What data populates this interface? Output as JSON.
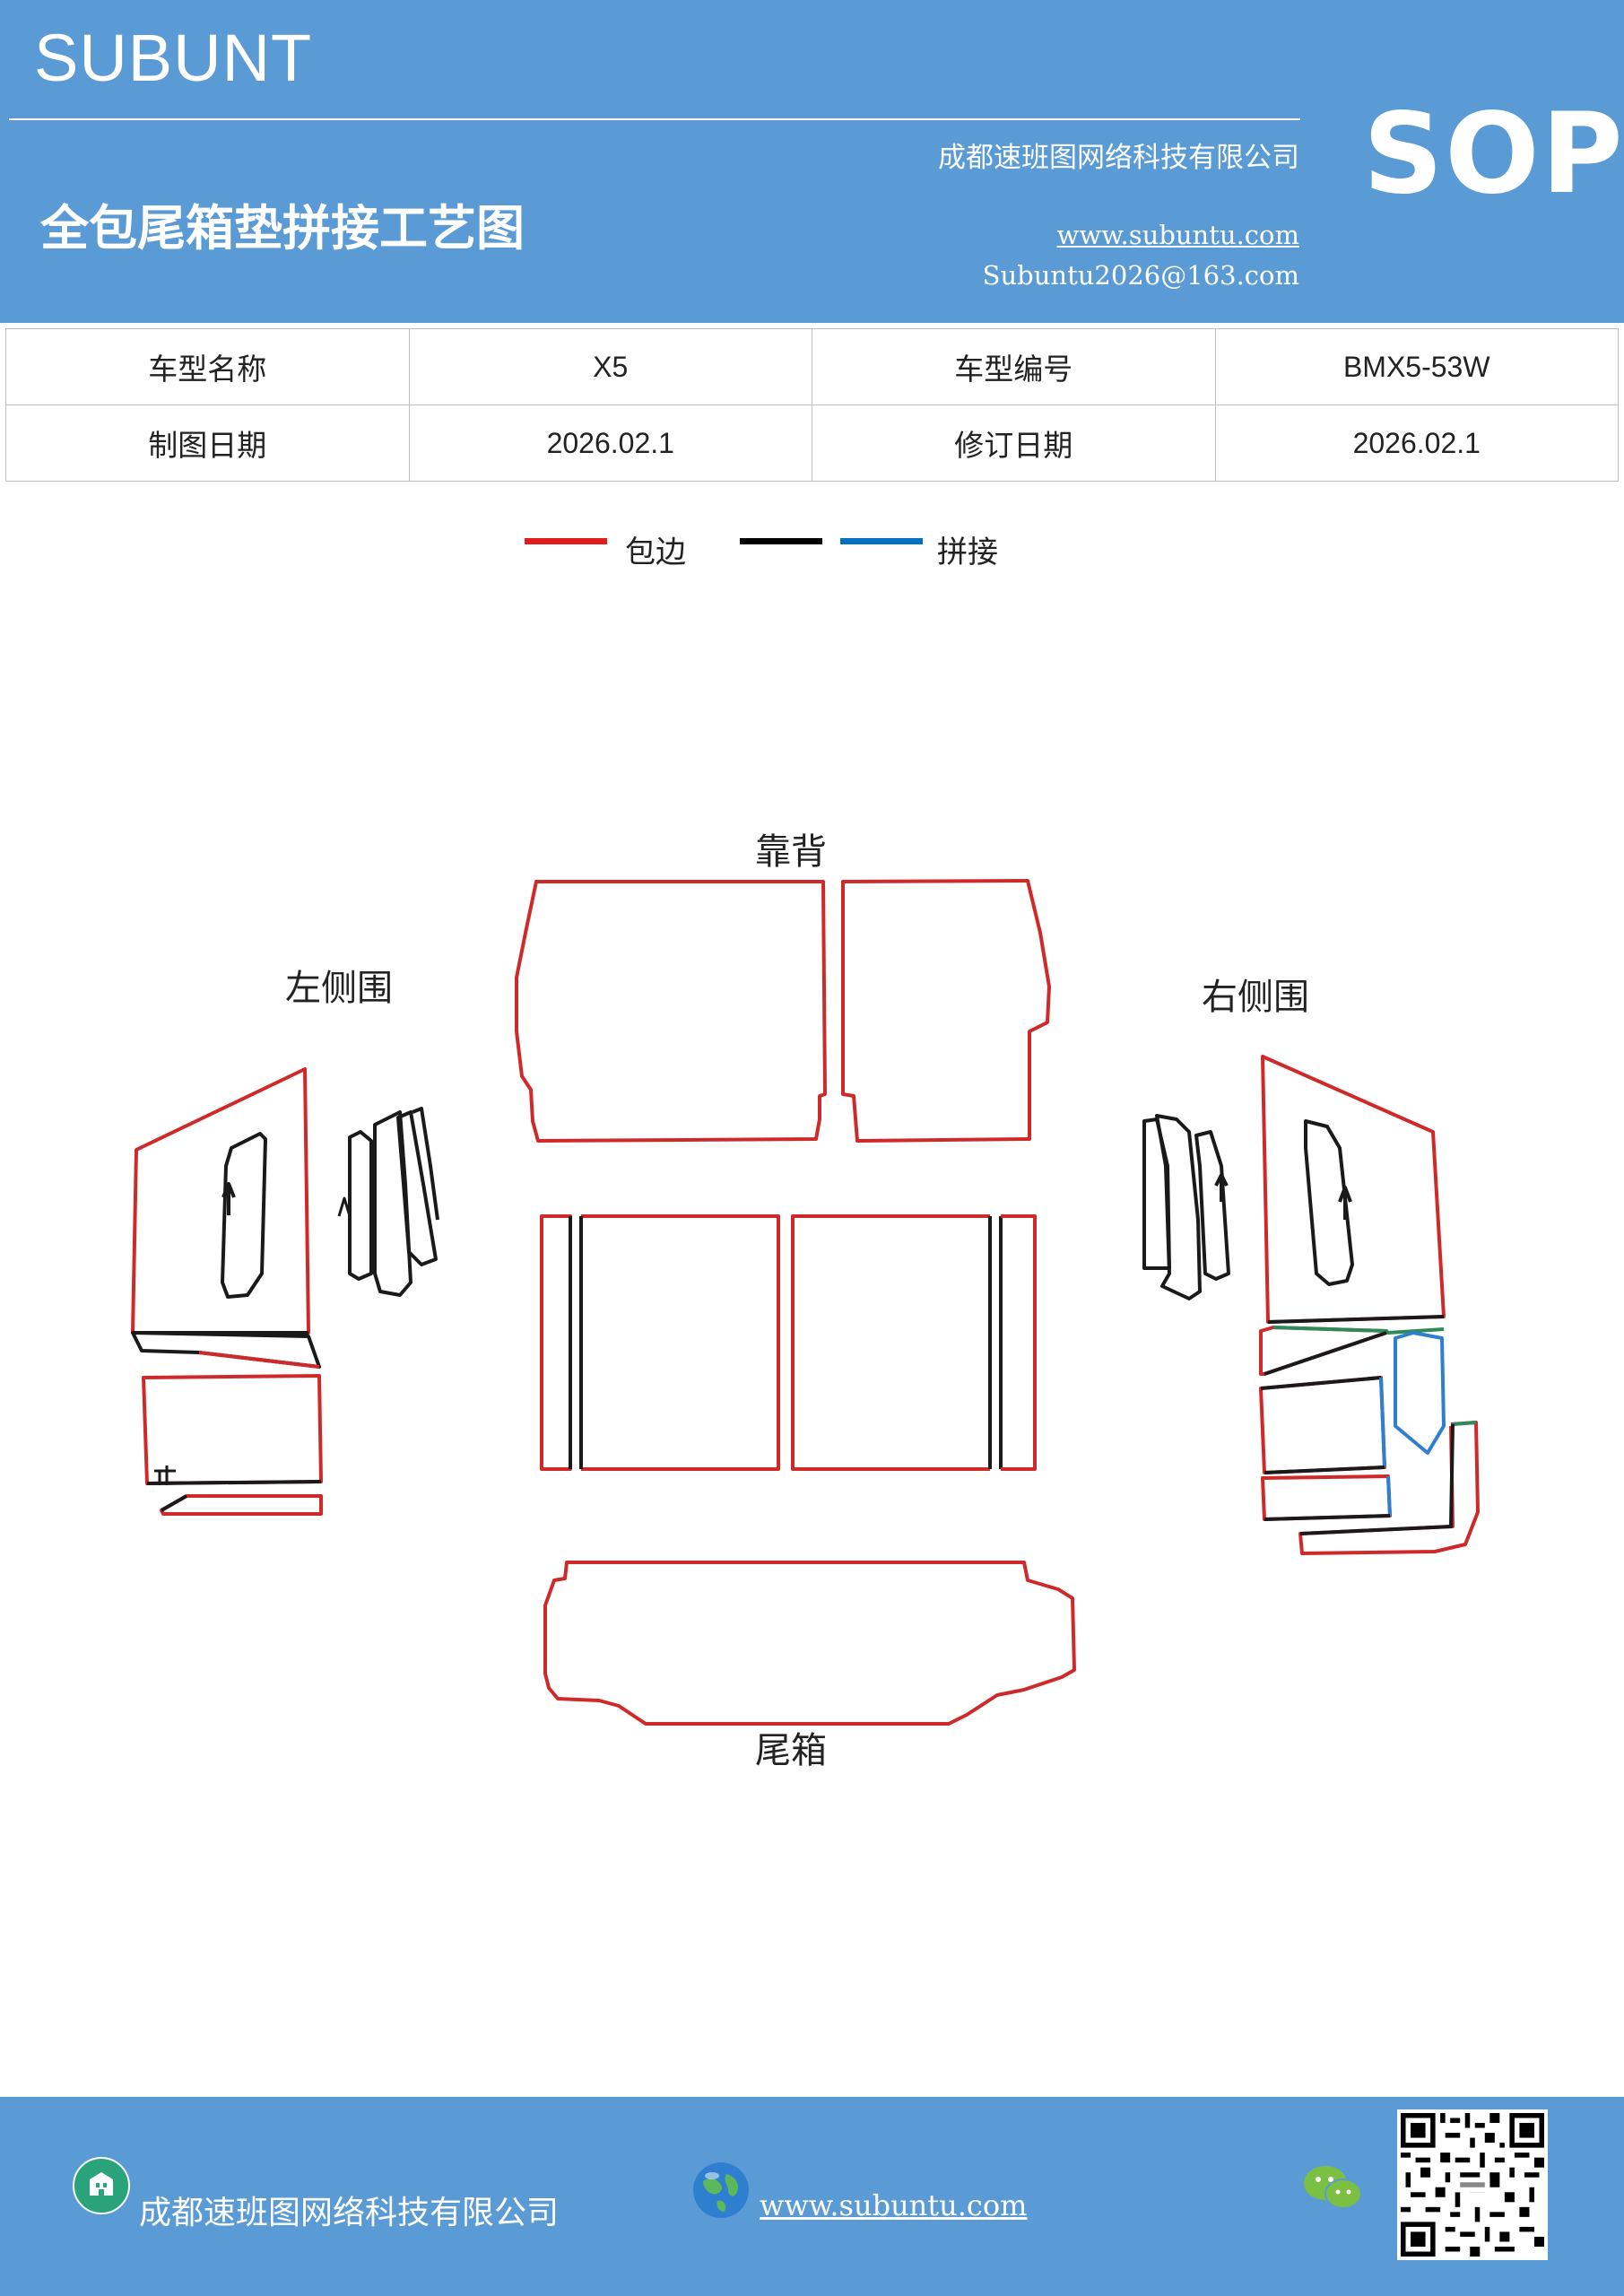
{
  "header": {
    "brand": "SUBUNT",
    "title": "全包尾箱垫拼接工艺图",
    "company": "成都速班图网络科技有限公司",
    "website": "www.subuntu.com",
    "email": "Subuntu2026@163.com",
    "badge": "SOP"
  },
  "info_table": {
    "rows": [
      {
        "label1": "车型名称",
        "value1": "X5",
        "label2": "车型编号",
        "value2": "BMX5-53W"
      },
      {
        "label1": "制图日期",
        "value1": "2026.02.1",
        "label2": "修订日期",
        "value2": "2026.02.1"
      }
    ]
  },
  "legend": {
    "red_label": "包边",
    "join_label": "拼接",
    "colors": {
      "red": "#e11b1b",
      "black": "#000000",
      "blue": "#0070c0"
    }
  },
  "diagram": {
    "backrest": "靠背",
    "left_side": "左侧围",
    "right_side": "右侧围",
    "trunk": "尾箱",
    "colors": {
      "edge": "#cf2a2a",
      "seam": "#1a1a1a",
      "blue": "#2f7fd0",
      "green": "#2e8b57"
    }
  },
  "footer": {
    "company": "成都速班图网络科技有限公司",
    "website": "www.subuntu.com",
    "icons": [
      "building-icon",
      "globe-icon",
      "wechat-icon",
      "qr-code"
    ]
  }
}
